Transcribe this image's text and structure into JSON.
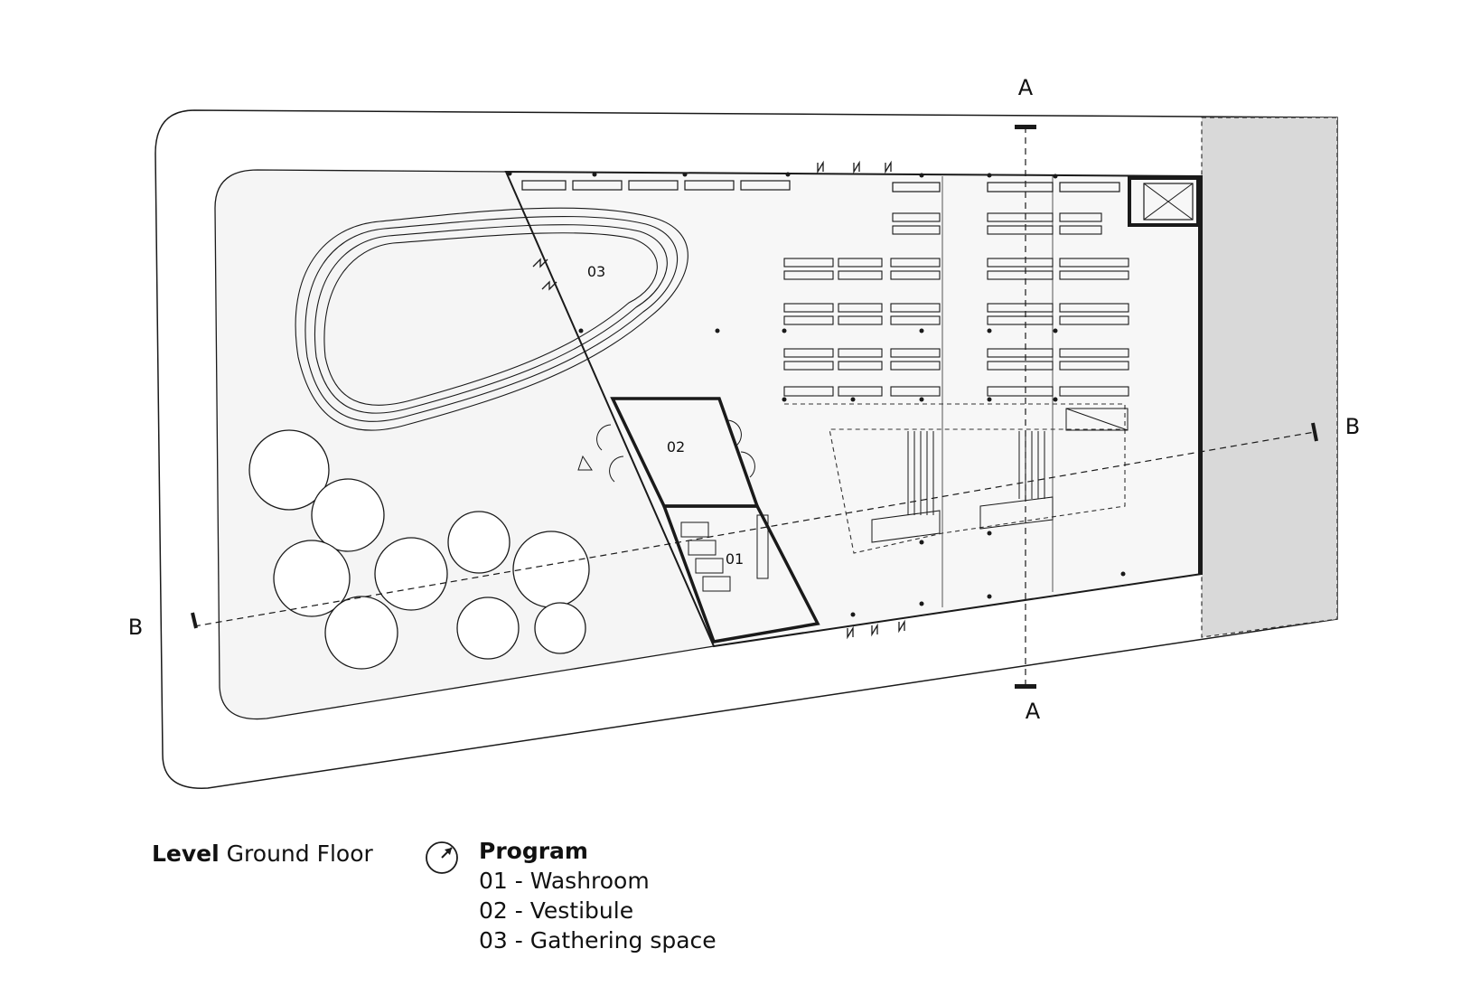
{
  "section_marks": {
    "a_top": "A",
    "a_bottom": "A",
    "b_left": "B",
    "b_right": "B"
  },
  "rooms": {
    "r01": "01",
    "r02": "02",
    "r03": "03"
  },
  "level": {
    "label": "Level",
    "value": "Ground Floor"
  },
  "program": {
    "title": "Program",
    "items": [
      "01 - Washroom",
      "02 - Vestibule",
      "03 - Gathering space"
    ]
  },
  "colors": {
    "line": "#1a1a1a",
    "fill_light": "#f5f5f5",
    "neighbor_fill": "#d9d9d9"
  },
  "icons": {
    "north_arrow": "north-arrow-icon",
    "trees": "tree-icon",
    "section_marker": "section-cut-marker"
  }
}
